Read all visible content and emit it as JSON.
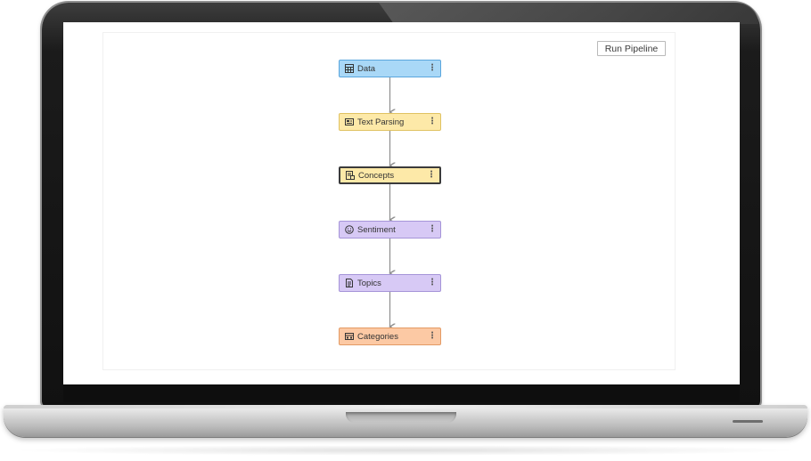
{
  "toolbar": {
    "run_label": "Run Pipeline"
  },
  "pipeline": {
    "nodes": [
      {
        "label": "Data",
        "icon": "table-icon",
        "bg": "#a9d8f7",
        "border": "#5aa6dd",
        "selected": false
      },
      {
        "label": "Text Parsing",
        "icon": "parse-icon",
        "bg": "#fde9a8",
        "border": "#e0c262",
        "selected": false
      },
      {
        "label": "Concepts",
        "icon": "concepts-icon",
        "bg": "#fde9a8",
        "border": "#3b3b3b",
        "selected": true
      },
      {
        "label": "Sentiment",
        "icon": "smiley-icon",
        "bg": "#d7c9f5",
        "border": "#a594d8",
        "selected": false
      },
      {
        "label": "Topics",
        "icon": "document-icon",
        "bg": "#d7c9f5",
        "border": "#a594d8",
        "selected": false
      },
      {
        "label": "Categories",
        "icon": "categories-icon",
        "bg": "#fcc9a4",
        "border": "#e39a64",
        "selected": false
      }
    ],
    "menu_glyph": "⋮",
    "connector_color": "#8e8e8e"
  }
}
